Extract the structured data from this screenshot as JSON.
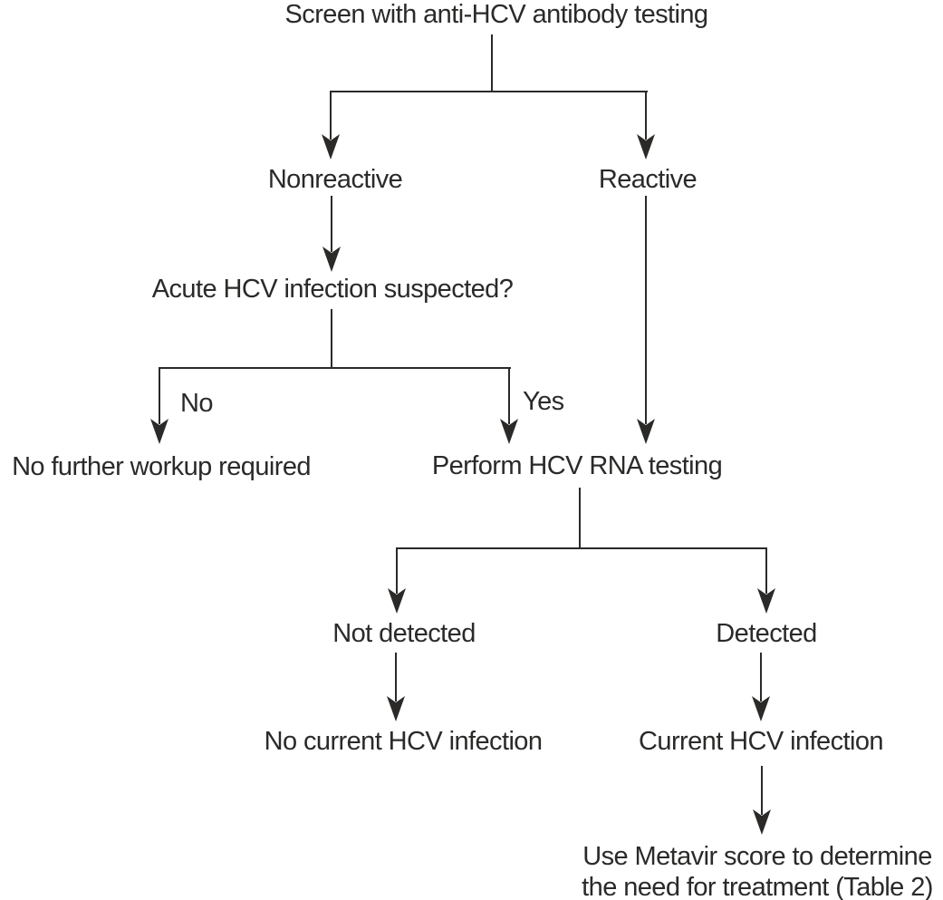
{
  "diagram": {
    "type": "flowchart",
    "ink_color": "#2b2a29",
    "background_color": "#ffffff",
    "nodes": {
      "screen": "Screen with anti-HCV antibody testing",
      "nonreactive": "Nonreactive",
      "reactive": "Reactive",
      "acute_question": "Acute HCV infection suspected?",
      "no_label": "No",
      "yes_label": "Yes",
      "no_workup": "No further workup required",
      "perform_rna": "Perform HCV RNA testing",
      "not_detected": "Not detected",
      "detected": "Detected",
      "no_current_infection": "No current HCV infection",
      "current_infection": "Current HCV infection",
      "metavir_line1": "Use Metavir score to determine",
      "metavir_line2": "the need for treatment (Table 2)"
    },
    "edges": [
      {
        "from": "screen",
        "to": "nonreactive",
        "label": ""
      },
      {
        "from": "screen",
        "to": "reactive",
        "label": ""
      },
      {
        "from": "nonreactive",
        "to": "acute_question",
        "label": ""
      },
      {
        "from": "acute_question",
        "to": "no_workup",
        "label": "No"
      },
      {
        "from": "acute_question",
        "to": "perform_rna",
        "label": "Yes"
      },
      {
        "from": "reactive",
        "to": "perform_rna",
        "label": ""
      },
      {
        "from": "perform_rna",
        "to": "not_detected",
        "label": ""
      },
      {
        "from": "perform_rna",
        "to": "detected",
        "label": ""
      },
      {
        "from": "not_detected",
        "to": "no_current_infection",
        "label": ""
      },
      {
        "from": "detected",
        "to": "current_infection",
        "label": ""
      },
      {
        "from": "current_infection",
        "to": "metavir",
        "label": ""
      }
    ]
  }
}
